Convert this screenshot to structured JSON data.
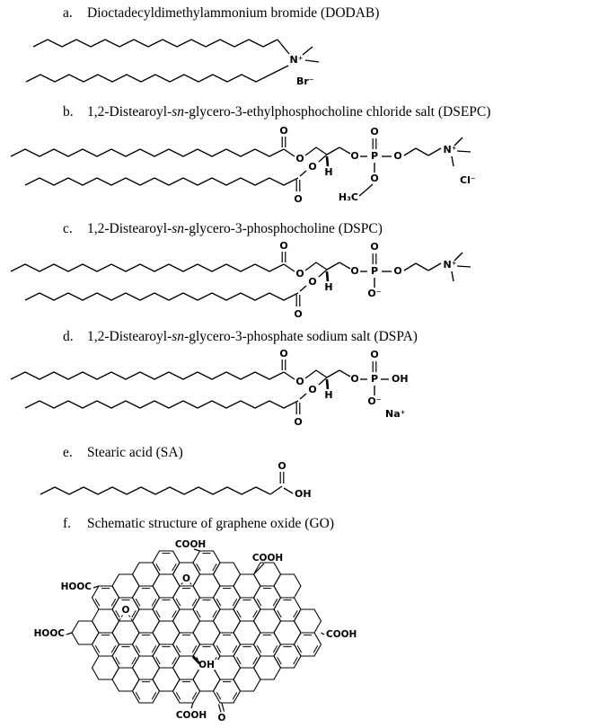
{
  "entries": [
    {
      "label": "a.",
      "pre": "Dioctadecyldimethylammonium bromide (DODAB)",
      "it": "",
      "post": ""
    },
    {
      "label": "b.",
      "pre": "1,2-Distearoyl-",
      "it": "sn",
      "post": "-glycero-3-ethylphosphocholine chloride salt (DSEPC)"
    },
    {
      "label": "c.",
      "pre": "1,2-Distearoyl-",
      "it": "sn",
      "post": "-glycero-3-phosphocholine (DSPC)"
    },
    {
      "label": "d.",
      "pre": "1,2-Distearoyl-",
      "it": "sn",
      "post": "-glycero-3-phosphate sodium salt (DSPA)"
    },
    {
      "label": "e.",
      "pre": "Stearic acid (SA)",
      "it": "",
      "post": ""
    },
    {
      "label": "f.",
      "pre": "Schematic structure of graphene oxide (GO)",
      "it": "",
      "post": ""
    }
  ],
  "atoms": {
    "a": {
      "n": "N⁺",
      "br": "Br⁻"
    },
    "b": {
      "o1": "O",
      "o2": "O",
      "h": "H",
      "o3": "O",
      "o4": "O",
      "o5": "O",
      "p": "P",
      "o6": "O",
      "o7": "O",
      "ethyl": "H₃C",
      "o8": "O",
      "n": "N⁺",
      "cl": "Cl⁻"
    },
    "c": {
      "o1": "O",
      "o2": "O",
      "h": "H",
      "o3": "O",
      "o4": "O",
      "o5": "O",
      "p": "P",
      "o6": "O",
      "o7": "O⁻",
      "o8": "O",
      "n": "N⁺"
    },
    "d": {
      "o1": "O",
      "o2": "O",
      "h": "H",
      "o3": "O",
      "o4": "O",
      "o5": "O",
      "p": "P",
      "o6": "O",
      "oh": "OH",
      "o7": "O⁻",
      "na": "Na⁺"
    },
    "e": {
      "o1": "O",
      "oh": "OH"
    },
    "f": {
      "cooh_top_left": "COOH",
      "cooh_top_right": "COOH",
      "hooc_upper": "HOOC",
      "hooc_lower": "HOOC",
      "cooh_right": "COOH",
      "cooh_bottom": "COOH",
      "epoxide_o1": "O",
      "epoxide_o2": "O",
      "oh": "OH",
      "ketone_o": "O"
    }
  },
  "colors": {
    "ink": "#000000",
    "background": "#ffffff"
  }
}
